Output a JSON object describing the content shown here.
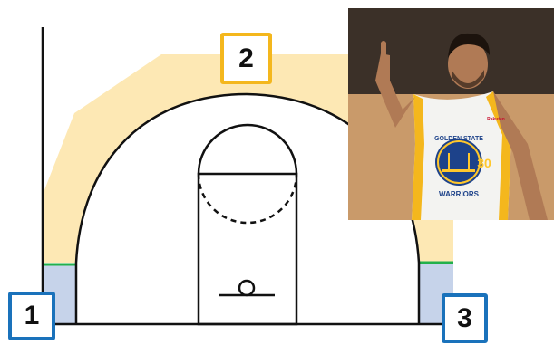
{
  "zones": [
    {
      "id": "1",
      "label": "1",
      "border_color": "#1a72bb"
    },
    {
      "id": "2",
      "label": "2",
      "border_color": "#f4b71d"
    },
    {
      "id": "3",
      "label": "3",
      "border_color": "#1a72bb"
    }
  ],
  "colors": {
    "three_point_fill": "#fde8b4",
    "corner_fill": "#c6d3ea",
    "corner_line": "#22b04b",
    "court_lines": "#111111",
    "zone_box_blue": "#1a72bb",
    "zone_box_gold": "#f4b71d"
  },
  "photo": {
    "jersey_team": "GOLDEN STATE",
    "jersey_name": "WARRIORS",
    "jersey_number": "30",
    "jersey_patch": "Rakuten",
    "colors": {
      "jersey": "#f3f3f1",
      "jersey_trim": "#f4b71d",
      "logo_blue": "#1d428a",
      "logo_gold": "#ffc72c",
      "skin": "#b07a55",
      "hair": "#1c130d",
      "floor": "#c99a6a",
      "backdrop": "#3b3028"
    }
  }
}
